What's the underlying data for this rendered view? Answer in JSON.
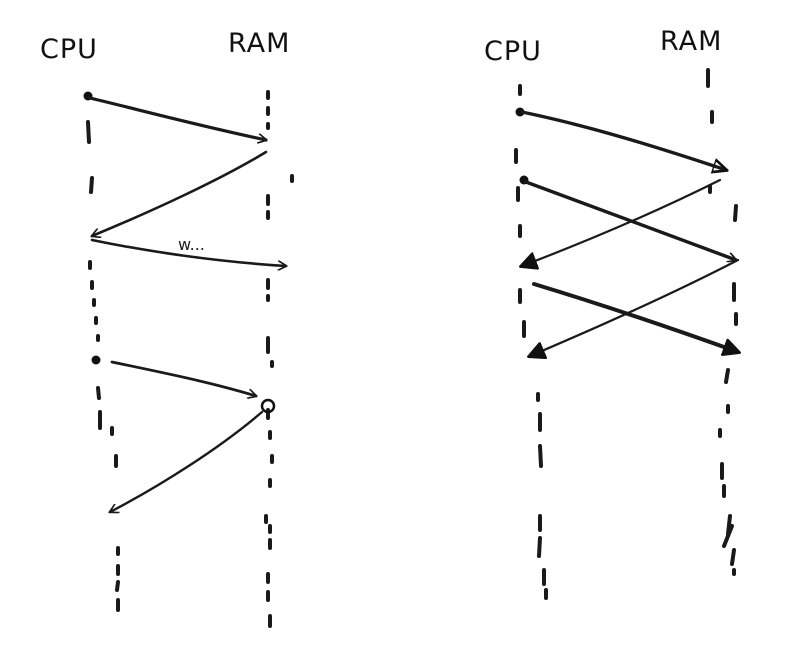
{
  "diagrams": [
    {
      "lifelines": [
        "CPU",
        "RAM"
      ],
      "message_label": "w..."
    },
    {
      "lifelines": [
        "CPU",
        "RAM"
      ]
    }
  ],
  "colors": {
    "ink": "#1a1a1a",
    "background": "#ffffff"
  }
}
